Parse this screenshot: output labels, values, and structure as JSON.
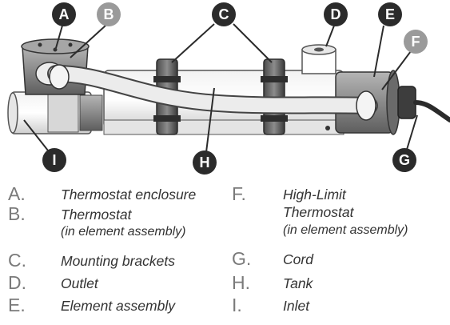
{
  "callouts": {
    "A": "A",
    "B": "B",
    "C": "C",
    "D": "D",
    "E": "E",
    "F": "F",
    "G": "G",
    "H": "H",
    "I": "I"
  },
  "legend": {
    "A": {
      "letter": "A.",
      "line1": "Thermostat enclosure"
    },
    "B": {
      "letter": "B.",
      "line1": "Thermostat",
      "line2": "(in element assembly)"
    },
    "C": {
      "letter": "C.",
      "line1": "Mounting brackets"
    },
    "D": {
      "letter": "D.",
      "line1": "Outlet"
    },
    "E": {
      "letter": "E.",
      "line1": "Element assembly"
    },
    "F": {
      "letter": "F.",
      "line1": "High-Limit",
      "line2": "Thermostat",
      "line3": "(in element assembly)"
    },
    "G": {
      "letter": "G.",
      "line1": "Cord"
    },
    "H": {
      "letter": "H.",
      "line1": "Tank"
    },
    "I": {
      "letter": "I.",
      "line1": "Inlet"
    }
  },
  "colors": {
    "callout_dark": "#2b2b2b",
    "callout_light": "#9a9a9a",
    "legend_letter": "#7a7a7a"
  }
}
